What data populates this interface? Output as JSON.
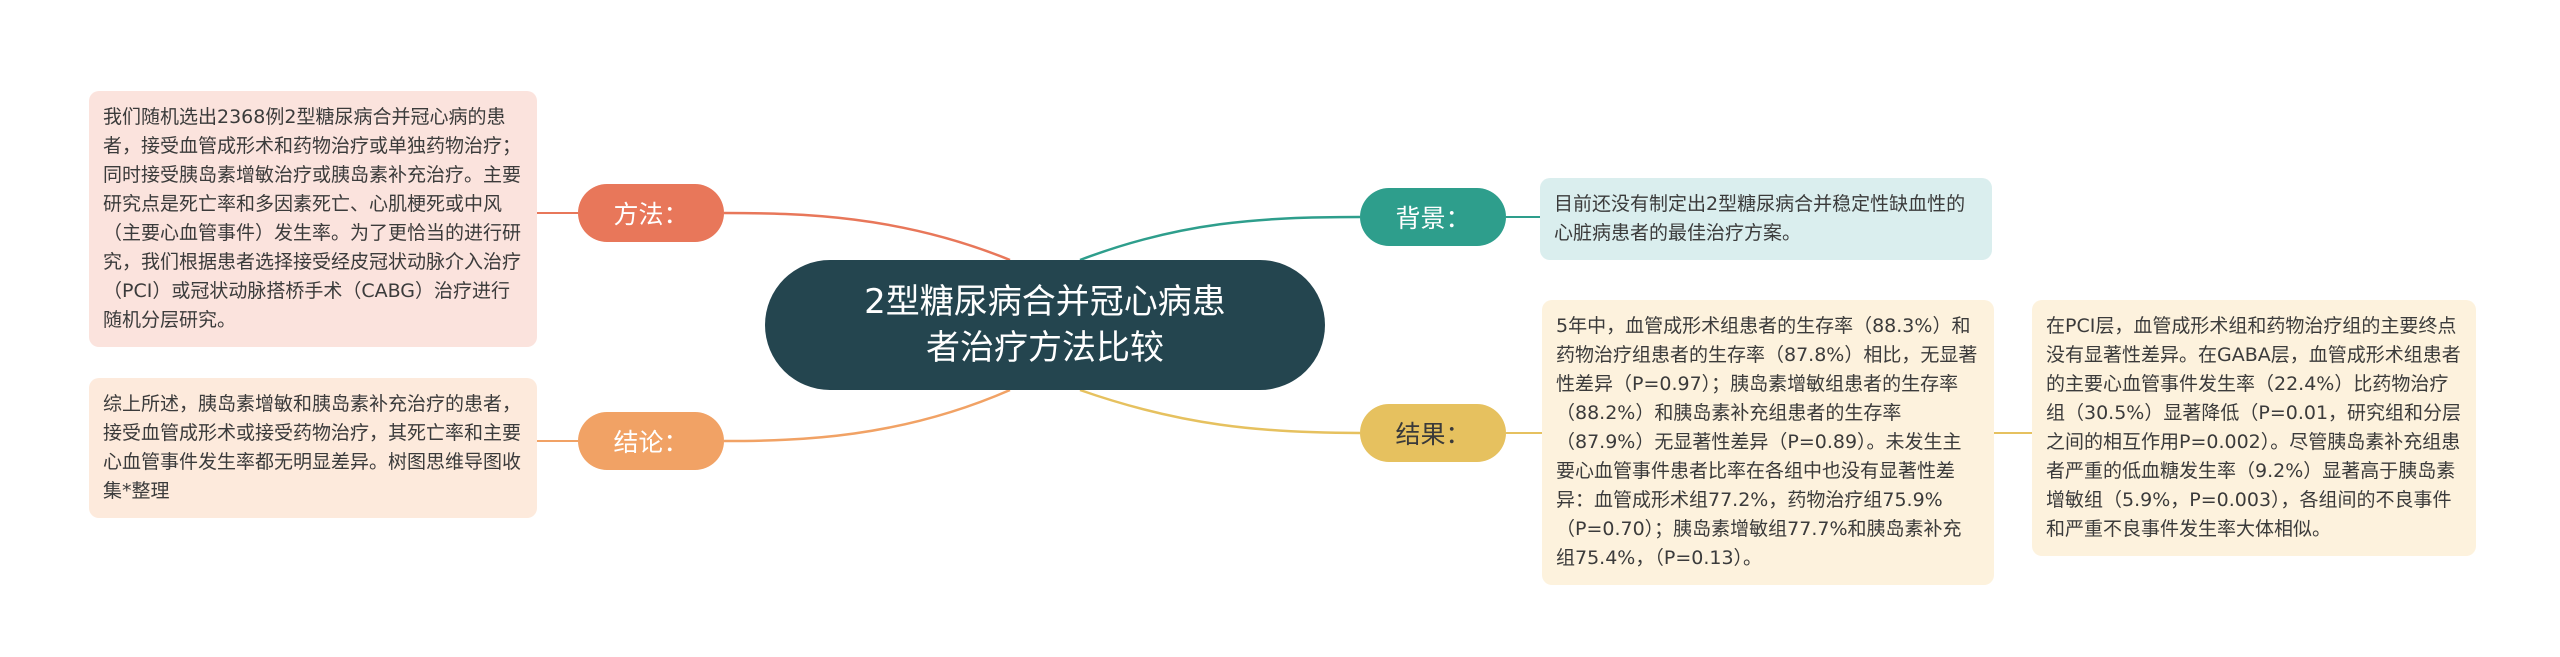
{
  "center": {
    "title": "2型糖尿病合并冠心病患者治疗方法比较"
  },
  "branches": {
    "method": {
      "label": "方法：",
      "color": "#e8775a",
      "text": "我们随机选出2368例2型糖尿病合并冠心病的患者，接受血管成形术和药物治疗或单独药物治疗；同时接受胰岛素增敏治疗或胰岛素补充治疗。主要研究点是死亡率和多因素死亡、心肌梗死或中风（主要心血管事件）发生率。为了更恰当的进行研究，我们根据患者选择接受经皮冠状动脉介入治疗（PCI）或冠状动脉搭桥手术（CABG）治疗进行随机分层研究。"
    },
    "conclusion": {
      "label": "结论：",
      "color": "#f1a265",
      "text": "综上所述，胰岛素增敏和胰岛素补充治疗的患者，接受血管成形术或接受药物治疗，其死亡率和主要心血管事件发生率都无明显差异。树图思维导图收集*整理"
    },
    "background": {
      "label": "背景：",
      "color": "#2e9e8c",
      "text": "目前还没有制定出2型糖尿病合并稳定性缺血性的心脏病患者的最佳治疗方案。"
    },
    "result": {
      "label": "结果：",
      "color": "#e6c15f",
      "text": "5年中，血管成形术组患者的生存率（88.3%）和药物治疗组患者的生存率（87.8%）相比，无显著性差异（P=0.97）；胰岛素增敏组患者的生存率（88.2%）和胰岛素补充组患者的生存率（87.9%）无显著性差异（P=0.89）。未发生主要心血管事件患者比率在各组中也没有显著性差异：血管成形术组77.2%，药物治疗组75.9%（P=0.70）；胰岛素增敏组77.7%和胰岛素补充组75.4%，（P=0.13）。",
      "detail": "在PCI层，血管成形术组和药物治疗组的主要终点没有显著性差异。在GABA层，血管成形术组患者的主要心血管事件发生率（22.4%）比药物治疗组（30.5%）显著降低（P=0.01，研究组和分层之间的相互作用P=0.002）。尽管胰岛素补充组患者严重的低血糖发生率（9.2%）显著高于胰岛素增敏组（5.9%，P=0.003），各组间的不良事件和严重不良事件发生率大体相似。"
    }
  }
}
